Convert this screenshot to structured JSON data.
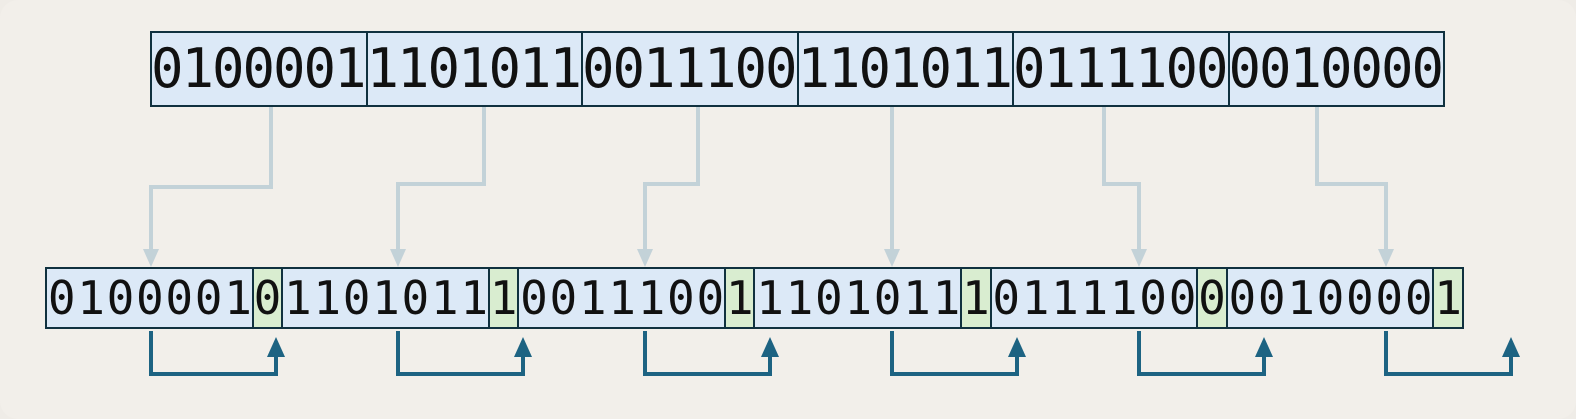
{
  "diagram": {
    "title": "ascii-parity-bit-insertion",
    "background_color": "#f2efea",
    "colors": {
      "data_cell_fill": "#dce9f7",
      "parity_cell_fill": "#d9edd0",
      "cell_border": "#10313f",
      "down_arrow": "#c3d2d8",
      "up_arrow": "#1d6382"
    }
  },
  "top_row": {
    "name": "original-7-bit-groups",
    "groups": [
      {
        "bits": "0100001"
      },
      {
        "bits": "1101011"
      },
      {
        "bits": "0011100"
      },
      {
        "bits": "1101011"
      },
      {
        "bits": "0111100"
      },
      {
        "bits": "0010000"
      }
    ]
  },
  "bottom_row": {
    "name": "8-bit-groups-with-parity",
    "groups": [
      {
        "bits": "0100001",
        "parity": "0"
      },
      {
        "bits": "1101011",
        "parity": "1"
      },
      {
        "bits": "0011100",
        "parity": "1"
      },
      {
        "bits": "1101011",
        "parity": "1"
      },
      {
        "bits": "0111100",
        "parity": "0"
      },
      {
        "bits": "0010000",
        "parity": "1"
      }
    ]
  }
}
